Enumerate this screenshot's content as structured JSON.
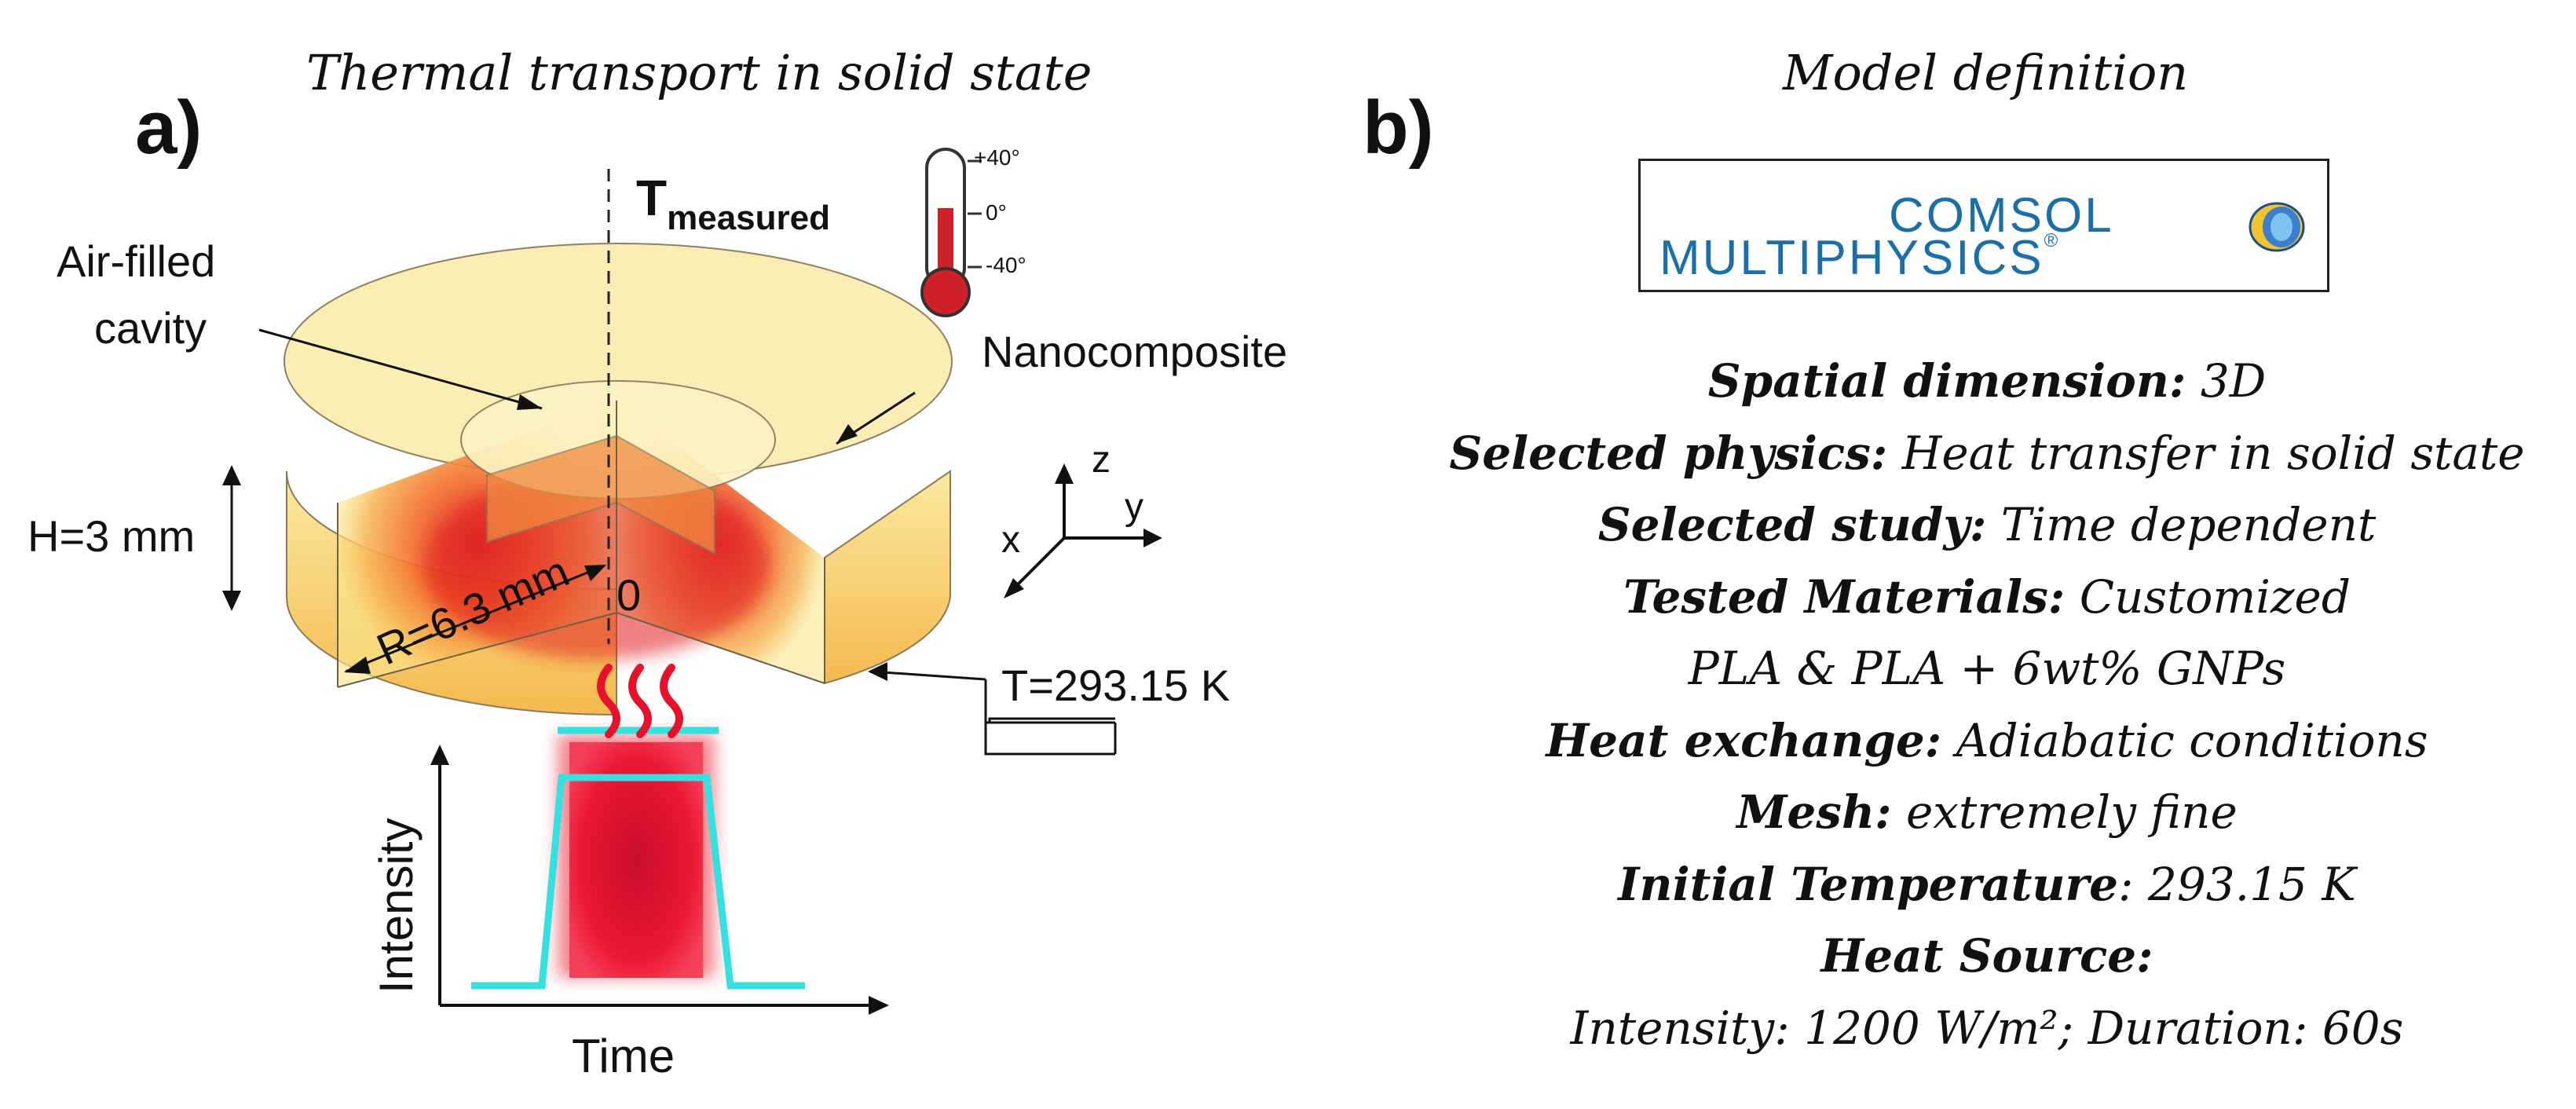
{
  "panel_a": {
    "letter": "a)",
    "title": "Thermal transport in solid state",
    "t_measured_main": "T",
    "t_measured_sub": "measured",
    "thermometer_ticks": [
      "+40°",
      "0°",
      "-40°"
    ],
    "cavity_label_line1": "Air-filled",
    "cavity_label_line2": "cavity",
    "nanocomposite_label": "Nanocomposite",
    "height_label": "H=3 mm",
    "radius_label": "R=6.3 mm",
    "origin_label": "0",
    "boundary_temp_label": "T=293.15 K",
    "axes": {
      "z": "z",
      "y": "y",
      "x": "x"
    },
    "pulse_chart": {
      "ylabel": "Intensity",
      "xlabel": "Time"
    }
  },
  "panel_b": {
    "letter": "b)",
    "title": "Model definition",
    "logo_line1": "COMSOL",
    "logo_line2": "MULTIPHYSICS",
    "logo_mark": "®",
    "definitions": [
      {
        "key": "Spatial dimension:",
        "value": " 3D"
      },
      {
        "key": "Selected physics:",
        "value": " Heat transfer in solid state"
      },
      {
        "key": "Selected study:",
        "value": " Time dependent"
      },
      {
        "key": "Tested Materials:",
        "value": " Customized"
      },
      {
        "key": "",
        "value": "PLA & PLA + 6wt% GNPs"
      },
      {
        "key": "Heat exchange:",
        "value": " Adiabatic conditions"
      },
      {
        "key": "Mesh:",
        "value": " extremely fine"
      },
      {
        "key": "Initial Temperature",
        "value": ": 293.15 K"
      },
      {
        "key": "Heat Source:",
        "value": ""
      },
      {
        "key": "",
        "value": "Intensity: 1200 W/m²; Duration: 60s"
      }
    ]
  },
  "colors": {
    "heat_red": "#e8102a",
    "pulse_cyan": "#35e0e0",
    "sample_yellow": "#f9e58a",
    "comsol_blue": "#1c6ea8"
  }
}
